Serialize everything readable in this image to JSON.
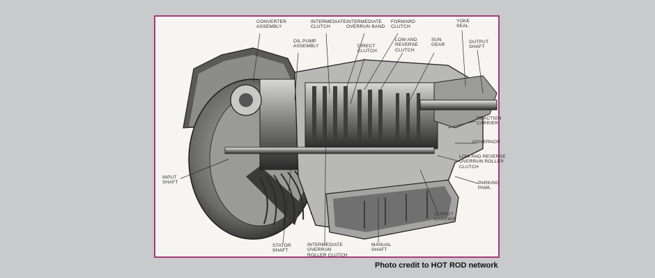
{
  "labels": {
    "converter_assembly": [
      "CONVERTER",
      "ASSEMBLY"
    ],
    "oil_pump_assembly": [
      "OIL PUMP",
      "ASSEMBLY"
    ],
    "intermediate_clutch": [
      "INTERMEDIATE",
      "CLUTCH"
    ],
    "intermediate_overrun_band": [
      "INTERMEDIATE",
      "OVERRUN BAND"
    ],
    "direct_clutch": [
      "DIRECT",
      "CLUTCH"
    ],
    "forward_clutch": [
      "FORWARD",
      "CLUTCH"
    ],
    "low_reverse_clutch": [
      "LOW AND",
      "REVERSE",
      "CLUTCH"
    ],
    "sun_gear": [
      "SUN",
      "GEAR"
    ],
    "yoke_seal": [
      "YOKE",
      "SEAL"
    ],
    "output_shaft": [
      "OUTPUT",
      "SHAFT"
    ],
    "reaction_carrier": [
      "REACTION",
      "CARRIER"
    ],
    "governor": [
      "GOVERNOR"
    ],
    "low_reverse_roller_clutch": [
      "LOW AND REVERSE",
      "OVERRUN ROLLER",
      "CLUTCH"
    ],
    "parking_pawl": [
      "PARKING",
      "PAWL"
    ],
    "output_carrier": [
      "OUTPUT",
      "CARRIER"
    ],
    "manual_shaft": [
      "MANUAL",
      "SHAFT"
    ],
    "intermediate_roller_clutch": [
      "INTERMEDIATE",
      "OVERRUN",
      "ROLLER CLUTCH"
    ],
    "stator_shaft": [
      "STATOR",
      "SHAFT"
    ],
    "input_shaft": [
      "INPUT",
      "SHAFT"
    ]
  },
  "credit": "Photo credit to HOT ROD network",
  "colors": {
    "background": "#c9cacb",
    "frame_border": "#a63a7b",
    "paper": "#f6f5f1"
  }
}
